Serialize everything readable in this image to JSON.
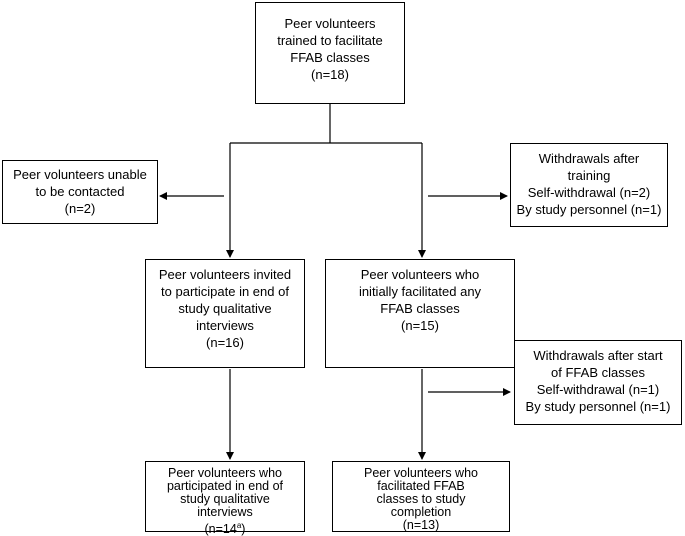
{
  "boxes": {
    "top": [
      "Peer volunteers",
      "trained to facilitate",
      "FFAB classes",
      "(n=18)"
    ],
    "unable": [
      "Peer volunteers unable",
      "to be contacted",
      "(n=2)"
    ],
    "withdraw_training": [
      "Withdrawals after",
      "training",
      "Self-withdrawal (n=2)",
      "By study personnel (n=1)"
    ],
    "invited": [
      "Peer volunteers invited",
      "to participate in end of",
      "study qualitative",
      "interviews",
      "(n=16)"
    ],
    "initially": [
      "Peer volunteers who",
      "initially facilitated any",
      "FFAB classes",
      "(n=15)"
    ],
    "withdraw_classes": [
      "Withdrawals after start",
      "of FFAB classes",
      "Self-withdrawal (n=1)",
      "By study personnel (n=1)"
    ],
    "participated": {
      "lines": [
        "Peer volunteers who",
        "participated in end of",
        "study qualitative",
        "interviews"
      ],
      "n_prefix": "(n=14",
      "n_sup": "a",
      "n_suffix": ")"
    },
    "completed": [
      "Peer volunteers who",
      "facilitated FFAB",
      "classes to study",
      "completion",
      "(n=13)"
    ]
  }
}
